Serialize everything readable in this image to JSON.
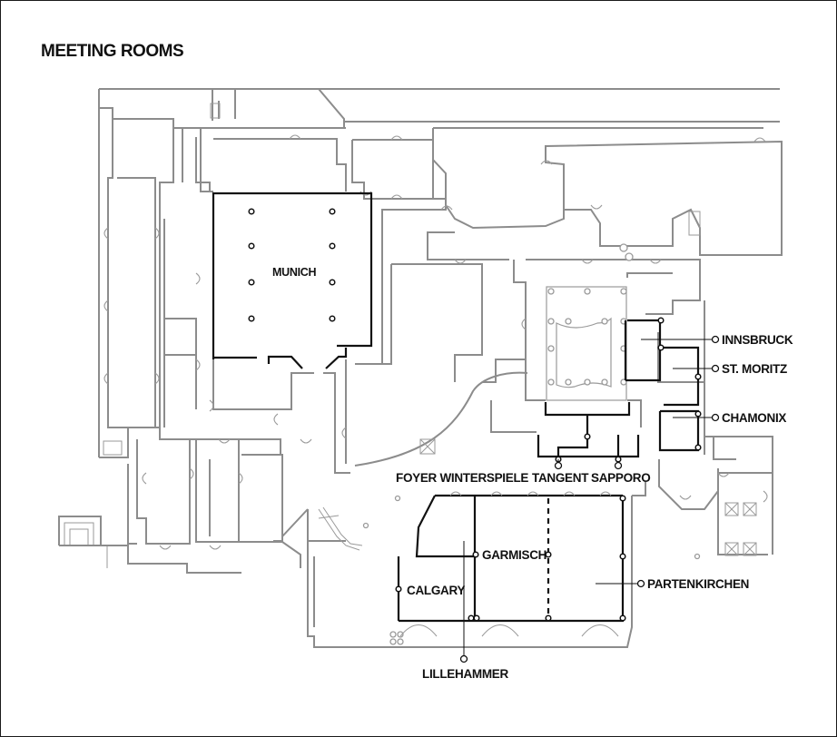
{
  "title": "MEETING ROOMS",
  "rooms": [
    {
      "id": "munich",
      "label": "MUNICH"
    },
    {
      "id": "innsbruck",
      "label": "INNSBRUCK"
    },
    {
      "id": "st-moritz",
      "label": "ST. MORITZ"
    },
    {
      "id": "chamonix",
      "label": "CHAMONIX"
    },
    {
      "id": "foyer-winterspiele",
      "label": "FOYER WINTERSPIELE"
    },
    {
      "id": "tangent",
      "label": "TANGENT"
    },
    {
      "id": "sapporo",
      "label": "SAPPORO"
    },
    {
      "id": "garmisch",
      "label": "GARMISCH"
    },
    {
      "id": "partenkirchen",
      "label": "PARTENKIRCHEN"
    },
    {
      "id": "calgary",
      "label": "CALGARY"
    },
    {
      "id": "lillehammer",
      "label": "LILLEHAMMER"
    }
  ],
  "colors": {
    "background": "#ffffff",
    "building_walls": "#8c8c8c",
    "meeting_room_outline": "#111111",
    "labels": "#111111"
  }
}
